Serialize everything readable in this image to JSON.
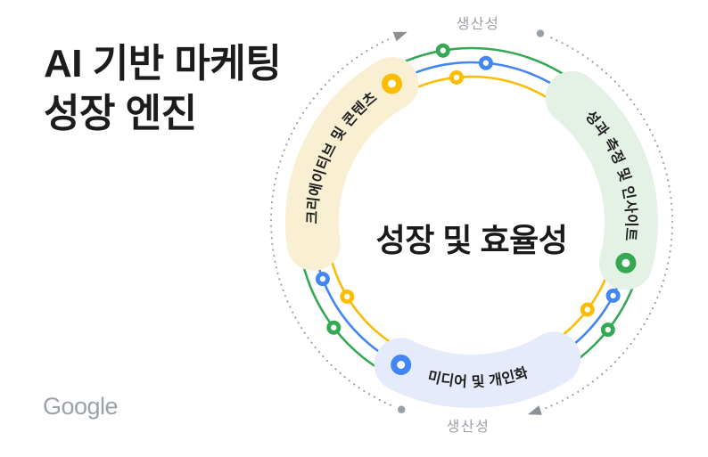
{
  "slide": {
    "title_line1": "AI 기반 마케팅",
    "title_line2": "성장 엔진",
    "logo_text": "Google",
    "background_color": "#FFFFFF",
    "title_color": "#1C1C1E"
  },
  "diagram": {
    "center_label": "성장 및 효율성",
    "flow_labels": {
      "top": "생산성",
      "bottom": "생산성"
    },
    "flow_ring": {
      "color": "#9AA0A6",
      "arrow_color": "#8A9096",
      "radius": 225,
      "arcs": [
        {
          "dot_deg": 20,
          "arrow_deg": 162
        },
        {
          "dot_deg": 200.5,
          "arrow_deg": 339.5
        }
      ]
    },
    "rings": [
      {
        "name": "green",
        "color": "#34A853",
        "radius": 195,
        "marker_deg": [
          350.5,
          128.4,
          232.5
        ]
      },
      {
        "name": "blue",
        "color": "#4285F4",
        "radius": 179,
        "marker_deg": [
          5.1,
          117.6,
          249.0
        ]
      },
      {
        "name": "yellow",
        "color": "#FBBC04",
        "radius": 163,
        "marker_deg": [
          354.0,
          127.2,
          239.0
        ]
      }
    ],
    "segments": [
      {
        "name": "creative-content",
        "label": "크리에이티브 및 콘텐츠",
        "band_color": "#F9EFD2",
        "dot_color": "#FBBC04",
        "start_deg": 262,
        "end_deg": 330,
        "dot_deg": 330,
        "side": "left"
      },
      {
        "name": "measurement-insight",
        "label": "성과 측정 및 인사이트",
        "band_color": "#E4F1E5",
        "dot_color": "#34A853",
        "start_deg": 39,
        "end_deg": 105,
        "dot_deg": 105,
        "side": "right"
      },
      {
        "name": "media-personalization",
        "label": "미디어 및 개인화",
        "band_color": "#E5EBFA",
        "dot_color": "#4285F4",
        "start_deg": 149,
        "end_deg": 206.3,
        "dot_deg": 206.3,
        "side": "bottom"
      }
    ],
    "label_text_color": "#1F1F1F"
  }
}
